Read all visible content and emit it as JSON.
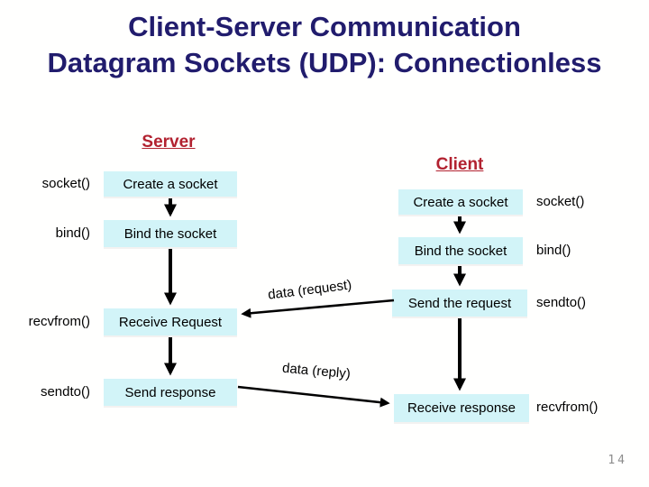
{
  "slide": {
    "title_line1": "Client-Server Communication",
    "title_line2": "Datagram Sockets (UDP): Connectionless",
    "page_number": "14"
  },
  "server": {
    "heading": "Server",
    "steps": [
      {
        "call": "socket()",
        "box": "Create a socket"
      },
      {
        "call": "bind()",
        "box": "Bind the socket"
      },
      {
        "call": "recvfrom()",
        "box": "Receive Request"
      },
      {
        "call": "sendto()",
        "box": "Send response"
      }
    ]
  },
  "client": {
    "heading": "Client",
    "steps": [
      {
        "call": "socket()",
        "box": "Create a socket"
      },
      {
        "call": "bind()",
        "box": "Bind the socket"
      },
      {
        "call": "sendto()",
        "box": "Send the request"
      },
      {
        "call": "recvfrom()",
        "box": "Receive response"
      }
    ]
  },
  "messages": {
    "request": "data (request)",
    "reply": "data (reply)"
  },
  "colors": {
    "title_text": "#211c6d",
    "heading_text": "#b22230",
    "box_background": "#d2f4f8",
    "arrow": "#000000",
    "page_number_text": "#8c8c8c"
  }
}
